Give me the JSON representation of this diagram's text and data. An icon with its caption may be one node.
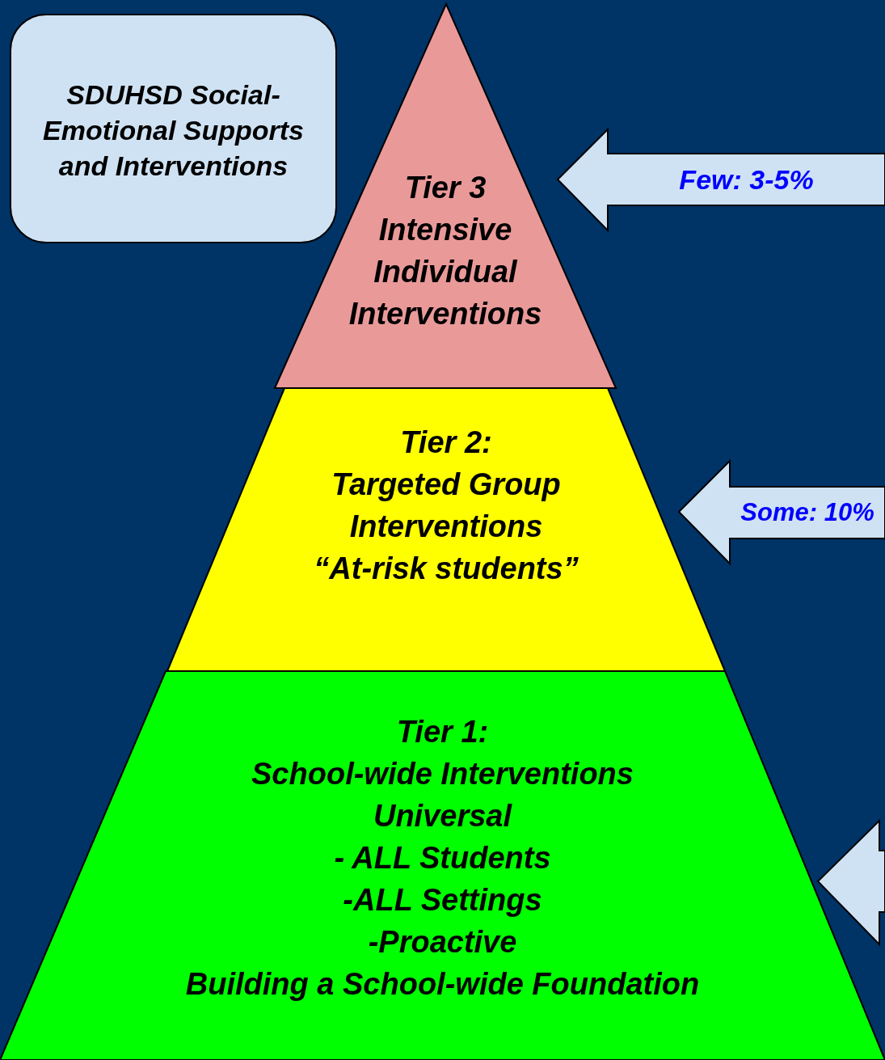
{
  "diagram": {
    "nodes": [
      {
        "text": [
          "SDUHSD Social-Emotional Supports and Interventions"
        ]
      },
      {
        "text": [
          "Tier 3",
          "Intensive",
          "Individual",
          "Interventions"
        ]
      },
      {
        "text": [
          "Tier 2:",
          "Targeted Group",
          "Interventions",
          "“At-risk students”"
        ]
      },
      {
        "text": [
          "Tier 1:",
          "School-wide Interventions",
          "Universal",
          "- ALL Students",
          "-ALL Settings",
          "-Proactive",
          "Building a School-wide Foundation"
        ]
      },
      {
        "text": [
          "Few: 3-5%"
        ]
      },
      {
        "text": [
          "Some: 10%"
        ]
      },
      {
        "text": [],
        "shape": "arrow"
      }
    ]
  }
}
